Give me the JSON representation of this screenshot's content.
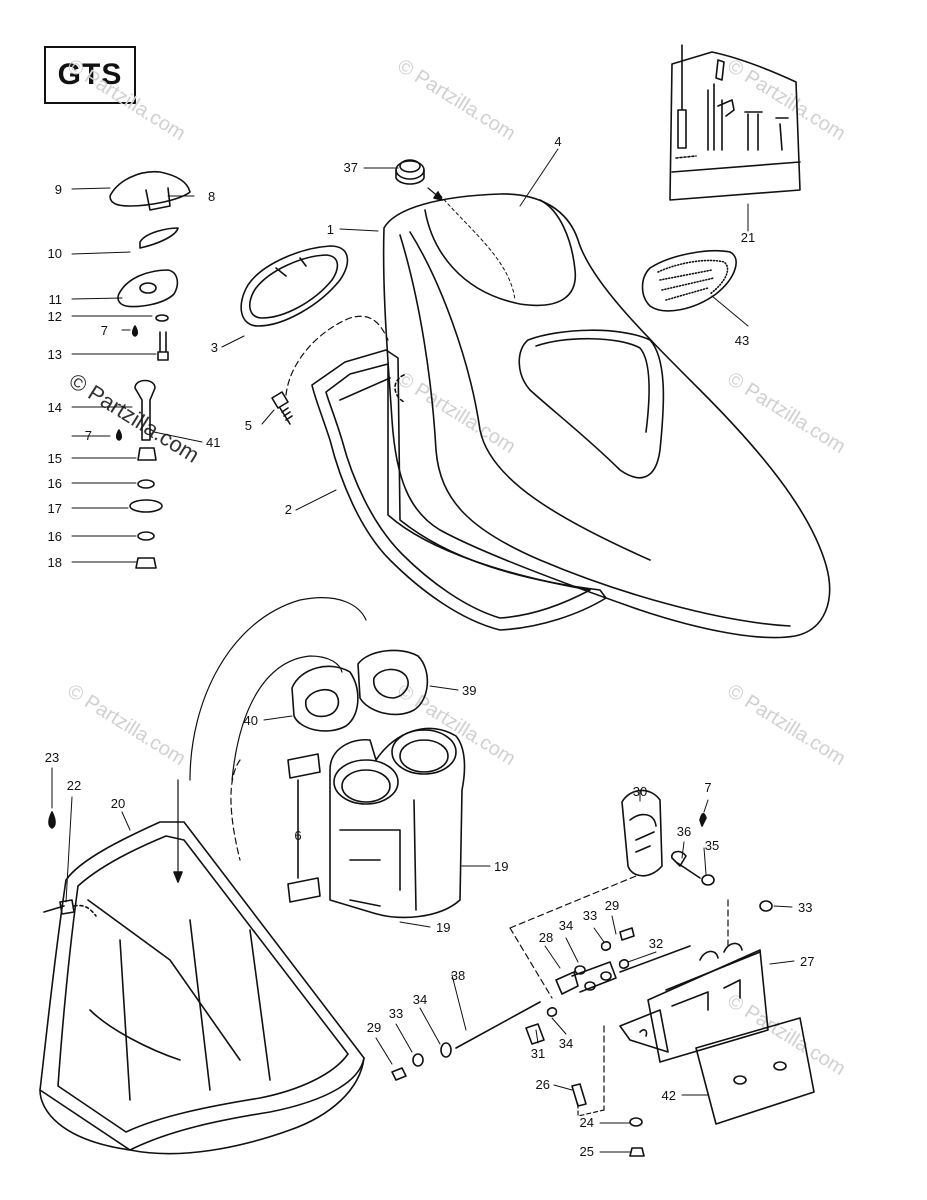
{
  "model": "GTS",
  "watermark": "© Partzilla.com",
  "callouts": {
    "c1": "1",
    "c2": "2",
    "c3": "3",
    "c4": "4",
    "c5": "5",
    "c6": "6",
    "c7a": "7",
    "c7b": "7",
    "c7c": "7",
    "c8": "8",
    "c9": "9",
    "c10": "10",
    "c11": "11",
    "c12": "12",
    "c13": "13",
    "c14": "14",
    "c15": "15",
    "c16a": "16",
    "c16b": "16",
    "c17": "17",
    "c18": "18",
    "c19a": "19",
    "c19b": "19",
    "c20": "20",
    "c21": "21",
    "c22": "22",
    "c23": "23",
    "c24": "24",
    "c25": "25",
    "c26": "26",
    "c27": "27",
    "c28": "28",
    "c29a": "29",
    "c29b": "29",
    "c30": "30",
    "c31": "31",
    "c32": "32",
    "c33a": "33",
    "c33b": "33",
    "c33c": "33",
    "c34a": "34",
    "c34b": "34",
    "c34c": "34",
    "c35": "35",
    "c36": "36",
    "c37": "37",
    "c38": "38",
    "c39": "39",
    "c40": "40",
    "c41": "41",
    "c42": "42",
    "c43": "43"
  }
}
